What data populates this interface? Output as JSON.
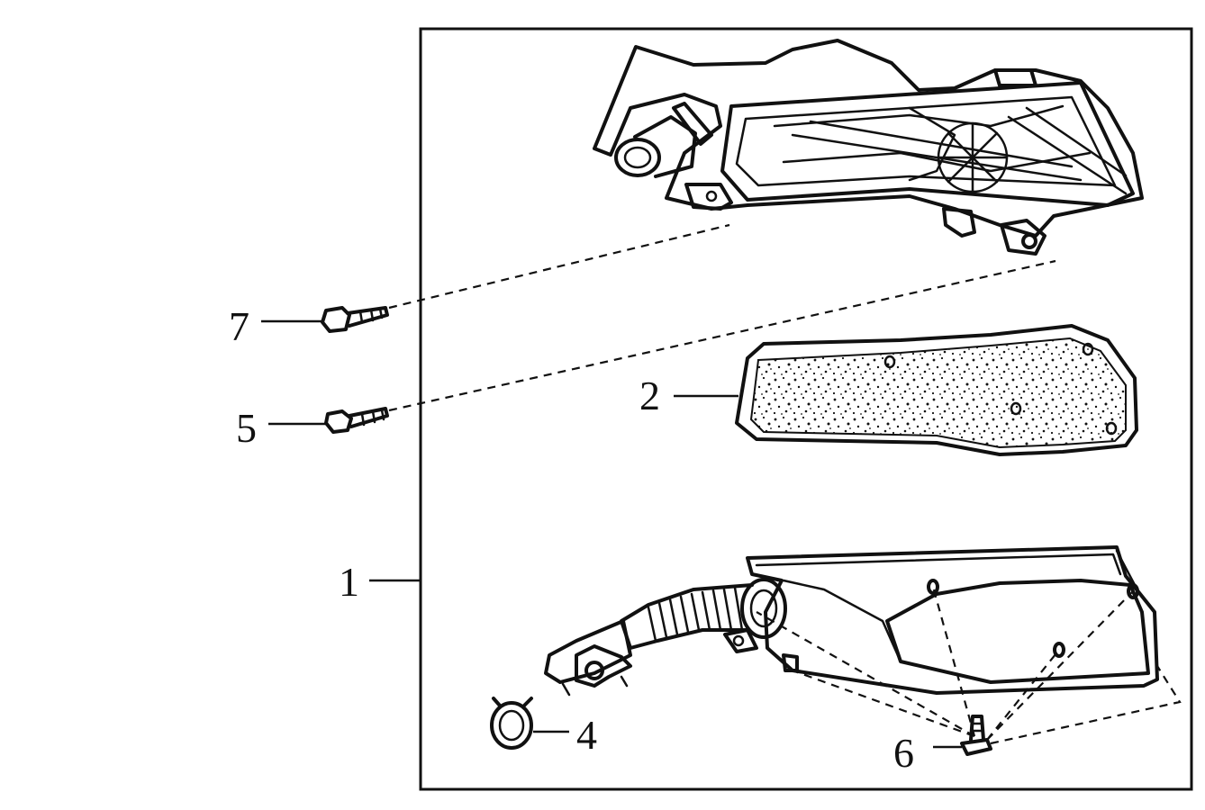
{
  "callouts": {
    "part_1": "1",
    "part_2": "2",
    "part_4": "4",
    "part_5": "5",
    "part_6": "6",
    "part_7": "7"
  }
}
